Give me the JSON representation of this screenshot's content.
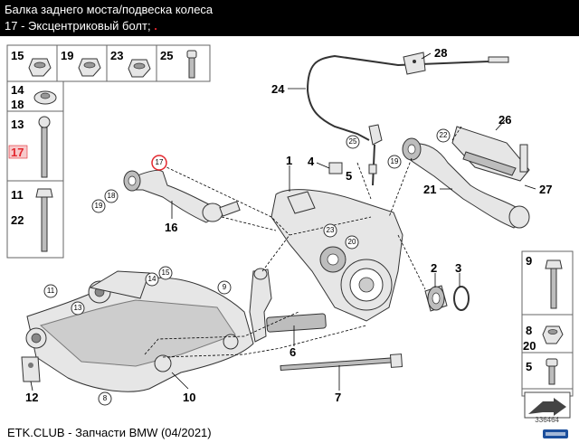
{
  "header": {
    "title": "Балка заднего моста/подвеска колеса",
    "subtitle": "17 - Эксцентриковый болт;",
    "subtitle_mark": "."
  },
  "footer": {
    "text": "ETK.CLUB - Запчасти BMW (04/2021)",
    "ref": "336464"
  },
  "left_panel": {
    "top_row": [
      "15",
      "19",
      "23",
      "25"
    ],
    "stack": [
      "14",
      "18",
      "13",
      "17",
      "11",
      "22"
    ],
    "highlight": "17"
  },
  "right_panel": {
    "items": [
      "9",
      "8",
      "20",
      "5"
    ]
  },
  "callouts": {
    "plain": [
      "1",
      "2",
      "3",
      "4",
      "5",
      "6",
      "7",
      "10",
      "12",
      "16",
      "21",
      "24",
      "26",
      "27",
      "28"
    ],
    "circled": [
      "8",
      "9",
      "11",
      "13",
      "14",
      "15",
      "18",
      "19",
      "20",
      "22",
      "23",
      "25"
    ],
    "highlight": "17"
  },
  "colors": {
    "header_bg": "#000000",
    "header_text": "#ffffff",
    "highlight": "#e3262d"
  }
}
